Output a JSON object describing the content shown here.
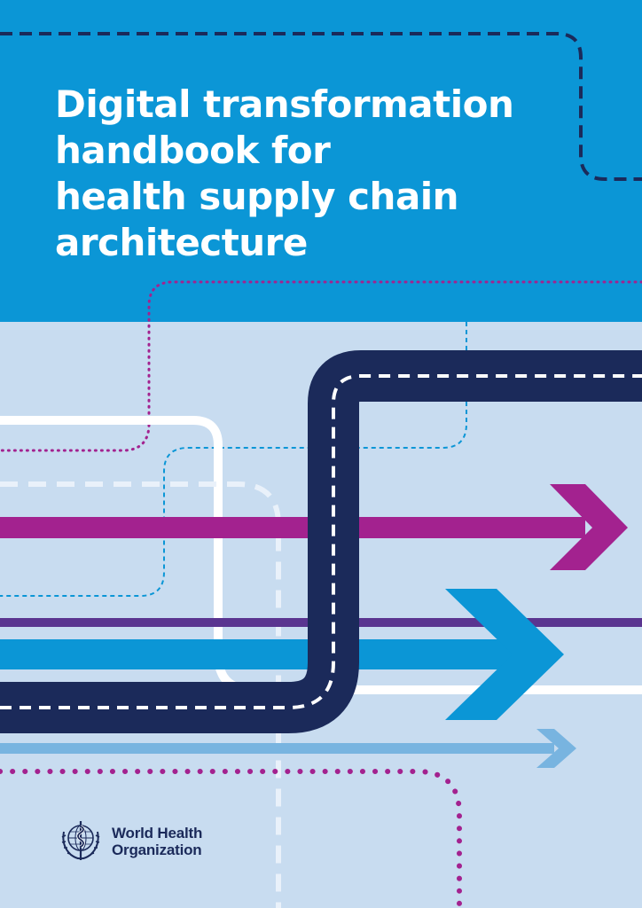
{
  "cover": {
    "title_lines": [
      "Digital transformation",
      "handbook for",
      "health supply chain",
      "architecture"
    ],
    "publisher": {
      "name_lines": [
        "World Health",
        "Organization"
      ],
      "logo_icon": "who-emblem-icon"
    }
  },
  "colors": {
    "top_band": "#0b96d6",
    "background": "#c8dcf0",
    "navy_road": "#1b2a5a",
    "magenta": "#a3228f",
    "purple": "#5a3590",
    "cyan": "#0b96d6",
    "light_blue": "#78b4e0",
    "white": "#ffffff"
  }
}
